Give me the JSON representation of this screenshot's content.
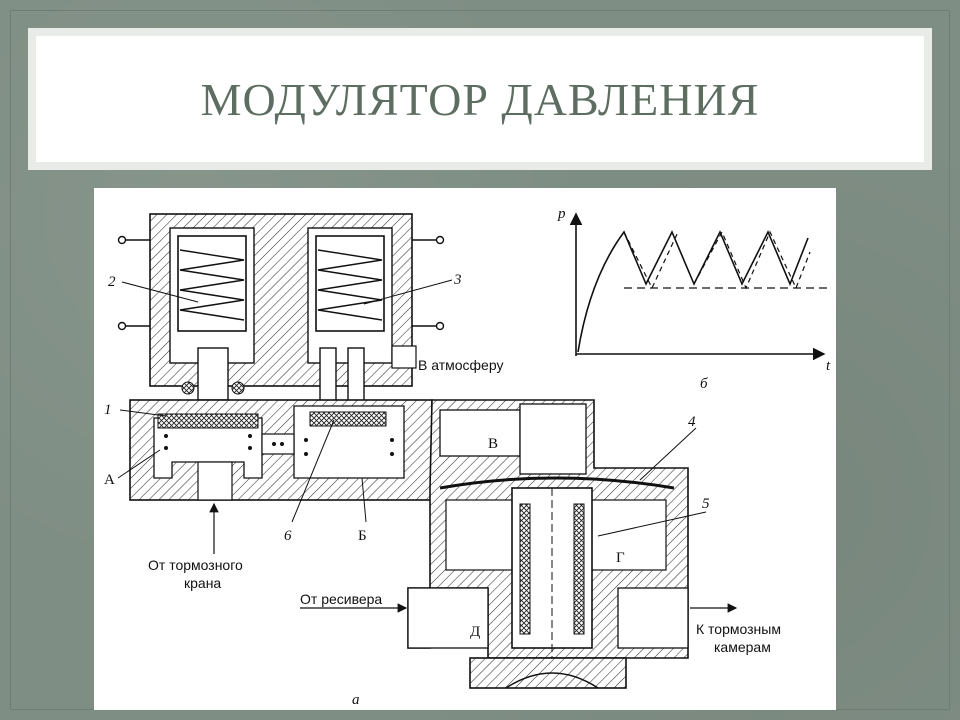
{
  "slide": {
    "title": "Модулятор давления"
  },
  "diagram": {
    "callouts": {
      "n1": "1",
      "n2": "2",
      "n3": "3",
      "n4": "4",
      "n5": "5",
      "n6": "6",
      "cavA": "А",
      "cavB": "Б",
      "cavV": "В",
      "cavG": "Г",
      "cavD": "Д"
    },
    "flows": {
      "atmosphere": "В атмосферу",
      "from_brake_valve_line1": "От тормозного",
      "from_brake_valve_line2": "крана",
      "from_receiver": "От ресивера",
      "to_chambers_line1": "К тормозным",
      "to_chambers_line2": "камерам"
    },
    "subfigures": {
      "a": "а",
      "b": "б"
    },
    "graph": {
      "ylabel": "p",
      "xlabel": "t"
    }
  }
}
